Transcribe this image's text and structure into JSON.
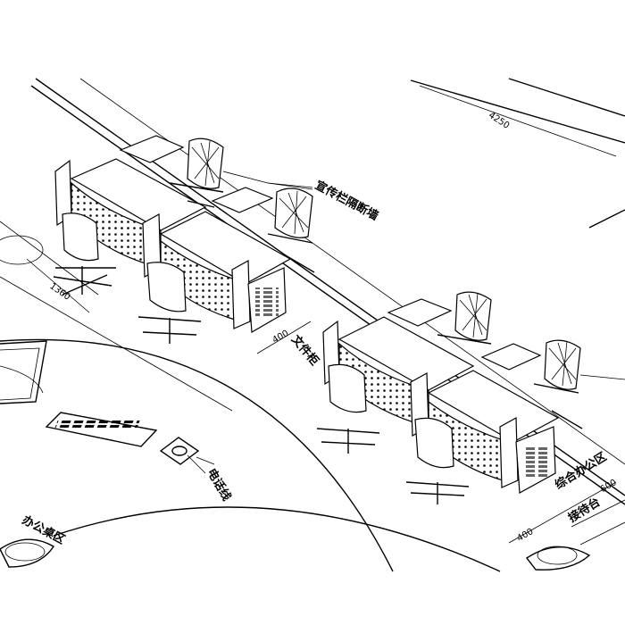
{
  "dimensions": {
    "overall_length": "4250",
    "desk_depth": "1360",
    "desk_width": "600",
    "cabinet_width": "400",
    "small_a": "400",
    "small_b": "600"
  },
  "labels": {
    "label_1": "宣传栏隔断墙",
    "label_2": "文件柜",
    "label_3": "电话线",
    "label_4": "办公桌区",
    "label_5": "综合办公区",
    "label_6": "接待台"
  }
}
